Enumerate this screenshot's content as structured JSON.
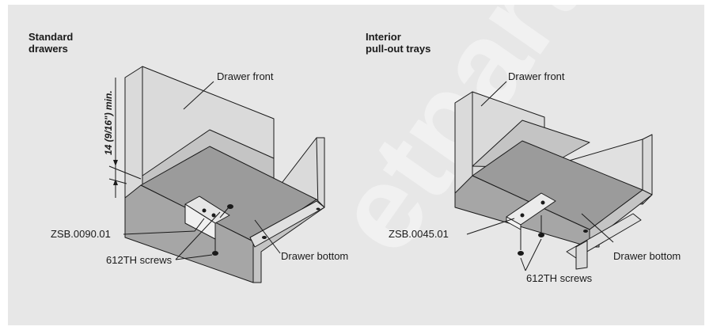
{
  "left_panel": {
    "heading": [
      "Standard",
      "drawers"
    ],
    "dimension": "14 (9/16\") min.",
    "labels": {
      "drawer_front": "Drawer front",
      "part": "ZSB.0090.01",
      "screws": "612TH screws",
      "drawer_bottom": "Drawer bottom"
    }
  },
  "right_panel": {
    "heading": [
      "Interior",
      "pull-out trays"
    ],
    "labels": {
      "drawer_front": "Drawer front",
      "part": "ZSB.0045.01",
      "screws": "612TH screws",
      "drawer_bottom": "Drawer bottom"
    }
  },
  "watermark": "etparts",
  "colors": {
    "background": "#e7e7e7",
    "panel_light": "#dadada",
    "panel_mid": "#c4c4c4",
    "panel_dark": "#a6a6a6",
    "drawer_bottom": "#9b9b9b",
    "line": "#1a1a1a"
  }
}
